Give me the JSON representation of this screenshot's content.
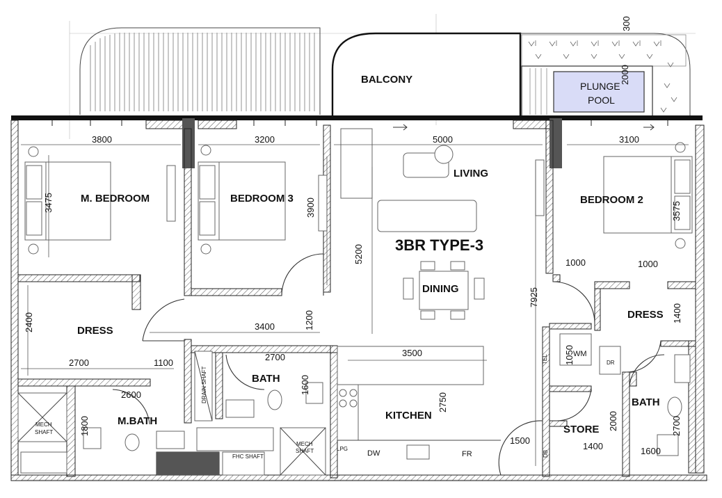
{
  "plan": {
    "title": "3BR TYPE-3",
    "rooms": {
      "balcony": "BALCONY",
      "plunge_pool": [
        "PLUNGE",
        "POOL"
      ],
      "living": "LIVING",
      "dining": "DINING",
      "master_bedroom": "M. BEDROOM",
      "bedroom_3": "BEDROOM 3",
      "bedroom_2": "BEDROOM 2",
      "dress_left": "DRESS",
      "dress_right": "DRESS",
      "bath_center": "BATH",
      "bath_right": "BATH",
      "master_bath": "M.BATH",
      "kitchen": "KITCHEN",
      "store": "STORE"
    },
    "small_labels": {
      "mech_shaft_left": [
        "MECH",
        "SHAFT"
      ],
      "mech_shaft_center": [
        "MECH",
        "SHAFT"
      ],
      "drain_shaft": "DRAIN SHAFT",
      "fhc_shaft": "FHC SHAFT",
      "lpg": "LPG",
      "dw": "DW",
      "fr": "FR",
      "wm": "WM",
      "dr": "DR",
      "tel": "TEL",
      "db": "DB"
    },
    "dimensions": {
      "d3800": "3800",
      "d3200": "3200",
      "d5000": "5000",
      "d3100": "3100",
      "d300": "300",
      "d2000_pool": "2000",
      "d3475": "3475",
      "d3900": "3900",
      "d3575": "3575",
      "d5200": "5200",
      "d1000_a": "1000",
      "d1000_b": "1000",
      "d7925": "7925",
      "d2400": "2400",
      "d3400": "3400",
      "d1200": "1200",
      "d1400_dress": "1400",
      "d2700_dress": "2700",
      "d1100": "1100",
      "d2700_bath": "2700",
      "d3500": "3500",
      "d1050": "1050",
      "d1600_bath": "1600",
      "d2600": "2600",
      "d2750": "2750",
      "d1800": "1800",
      "d2000_store": "2000",
      "d2700_rbath": "2700",
      "d1500": "1500",
      "d1400_store": "1400",
      "d1600_rbath": "1600"
    }
  }
}
